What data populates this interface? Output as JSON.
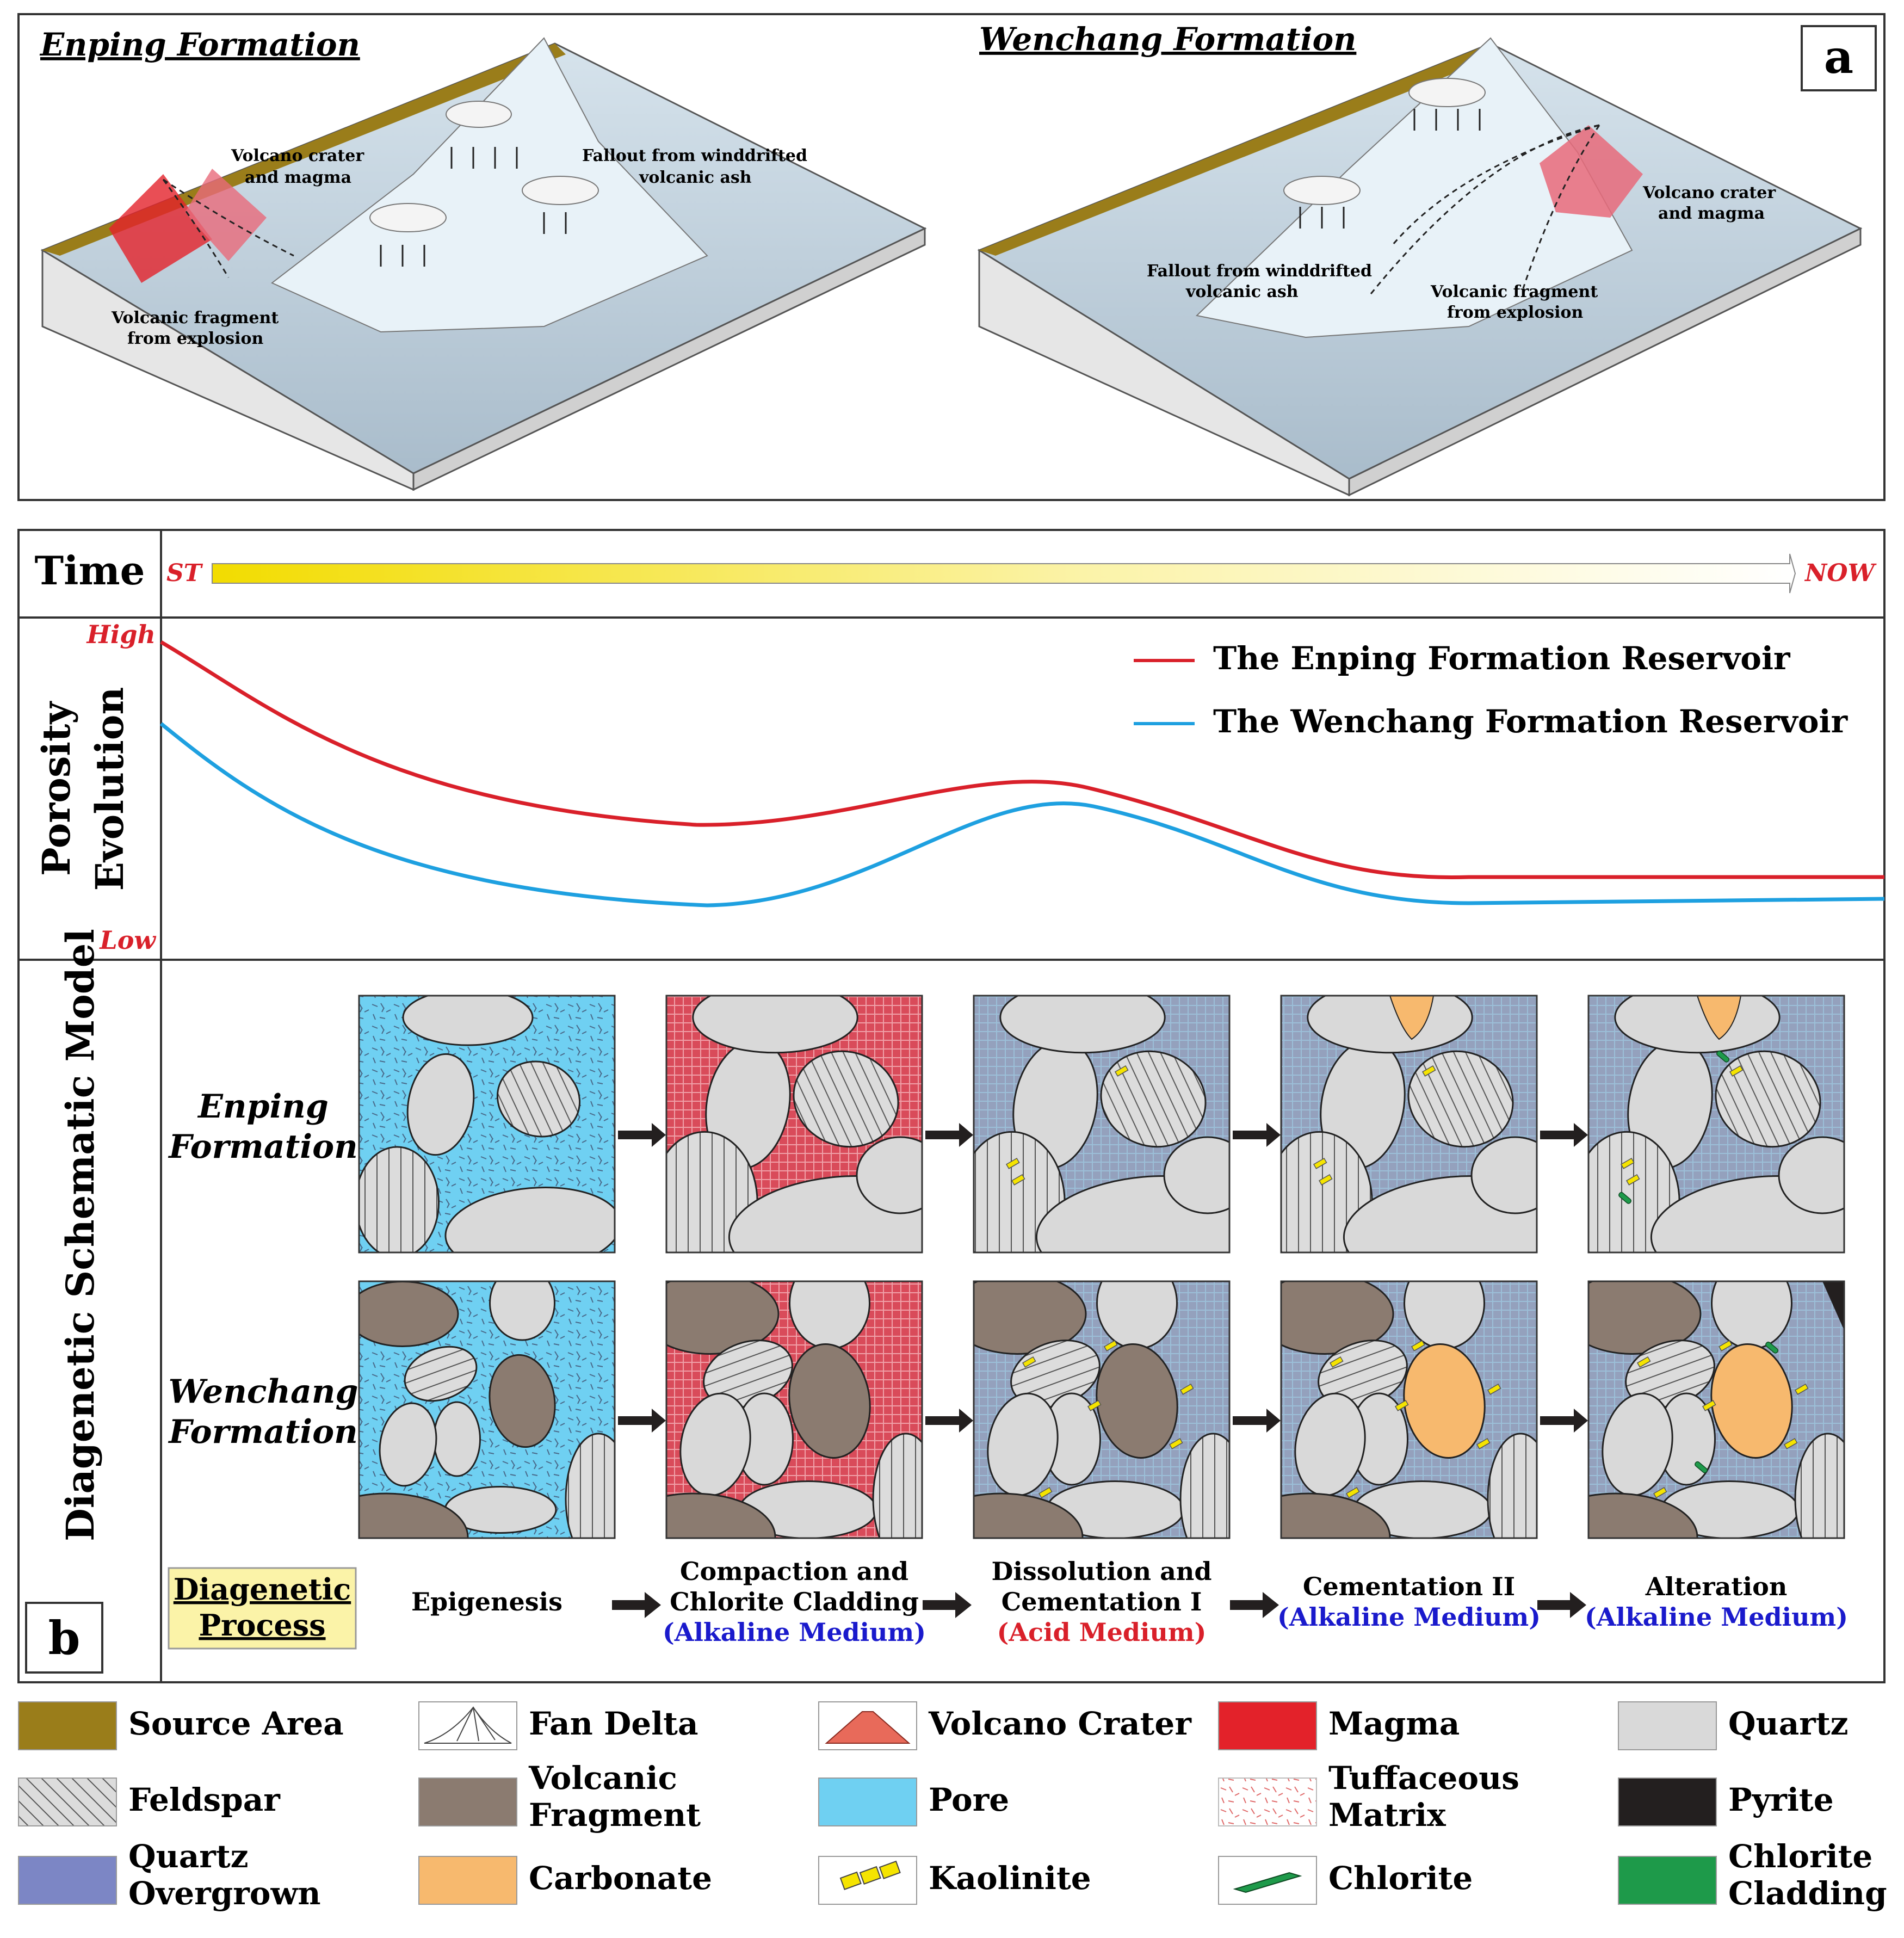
{
  "panel_a": {
    "label": "a",
    "enping": {
      "title": "Enping Formation",
      "crater_label": [
        "Volcano crater",
        "and magma"
      ],
      "fallout_label": [
        "Fallout from winddrifted",
        "volcanic ash"
      ],
      "fragment_label": [
        "Volcanic fragment",
        "from explosion"
      ]
    },
    "wenchang": {
      "title": "Wenchang Formation",
      "crater_label": [
        "Volcano crater",
        "and magma"
      ],
      "fallout_label": [
        "Fallout from winddrifted",
        "volcanic ash"
      ],
      "fragment_label": [
        "Volcanic fragment",
        "from explosion"
      ]
    }
  },
  "panel_b": {
    "label": "b",
    "time": {
      "label": "Time",
      "start": "ST",
      "end": "NOW"
    },
    "porosity": {
      "label_lines": [
        "Porosity",
        "Evolution"
      ],
      "high": "High",
      "low": "Low",
      "legend": [
        {
          "name": "The Enping Formation Reservoir",
          "color": "#d9202a"
        },
        {
          "name": "The Wenchang Formation Reservoir",
          "color": "#1ea0e0"
        }
      ]
    },
    "model": {
      "label": "Diagenetic Schematic Model",
      "rows": [
        {
          "label_lines": [
            "Enping",
            "Formation"
          ]
        },
        {
          "label_lines": [
            "Wenchang",
            "Formation"
          ]
        }
      ],
      "process_label_lines": [
        "Diagenetic",
        "Process"
      ],
      "stages": [
        {
          "lines": [
            "Epigenesis"
          ],
          "medium": ""
        },
        {
          "lines": [
            "Compaction and",
            "Chlorite Cladding"
          ],
          "medium": "(Alkaline Medium)",
          "medium_color": "#1a1acc"
        },
        {
          "lines": [
            "Dissolution and",
            "Cementation I"
          ],
          "medium": "(Acid Medium)",
          "medium_color": "#d9202a"
        },
        {
          "lines": [
            "Cementation II"
          ],
          "medium": "(Alkaline Medium)",
          "medium_color": "#1a1acc"
        },
        {
          "lines": [
            "Alteration"
          ],
          "medium": "(Alkaline Medium)",
          "medium_color": "#1a1acc"
        }
      ]
    }
  },
  "legend": [
    {
      "lines": [
        "Source Area"
      ],
      "swatch": "#9a7d1a"
    },
    {
      "lines": [
        "Fan  Delta"
      ],
      "swatch": "fan-delta"
    },
    {
      "lines": [
        "Volcano  Crater"
      ],
      "swatch": "volcano"
    },
    {
      "lines": [
        "Magma"
      ],
      "swatch": "#e3222a"
    },
    {
      "lines": [
        "Quartz"
      ],
      "swatch": "#d9d9d9"
    },
    {
      "lines": [
        "Feldspar"
      ],
      "swatch": "feldspar"
    },
    {
      "lines": [
        "Volcanic",
        "Fragment"
      ],
      "swatch": "#8b7b70"
    },
    {
      "lines": [
        "Pore"
      ],
      "swatch": "#6fd0f2"
    },
    {
      "lines": [
        "Tuffaceous",
        "Matrix"
      ],
      "swatch": "tuff"
    },
    {
      "lines": [
        "Pyrite"
      ],
      "swatch": "#231f1f"
    },
    {
      "lines": [
        "Quartz",
        "Overgrown"
      ],
      "swatch": "#7c86c5"
    },
    {
      "lines": [
        "Carbonate"
      ],
      "swatch": "#f7b96e"
    },
    {
      "lines": [
        "Kaolinite"
      ],
      "swatch": "kaolinite"
    },
    {
      "lines": [
        "Chlorite"
      ],
      "swatch": "chlorite"
    },
    {
      "lines": [
        "Chlorite",
        "Cladding"
      ],
      "swatch": "#1e9a4a"
    }
  ]
}
